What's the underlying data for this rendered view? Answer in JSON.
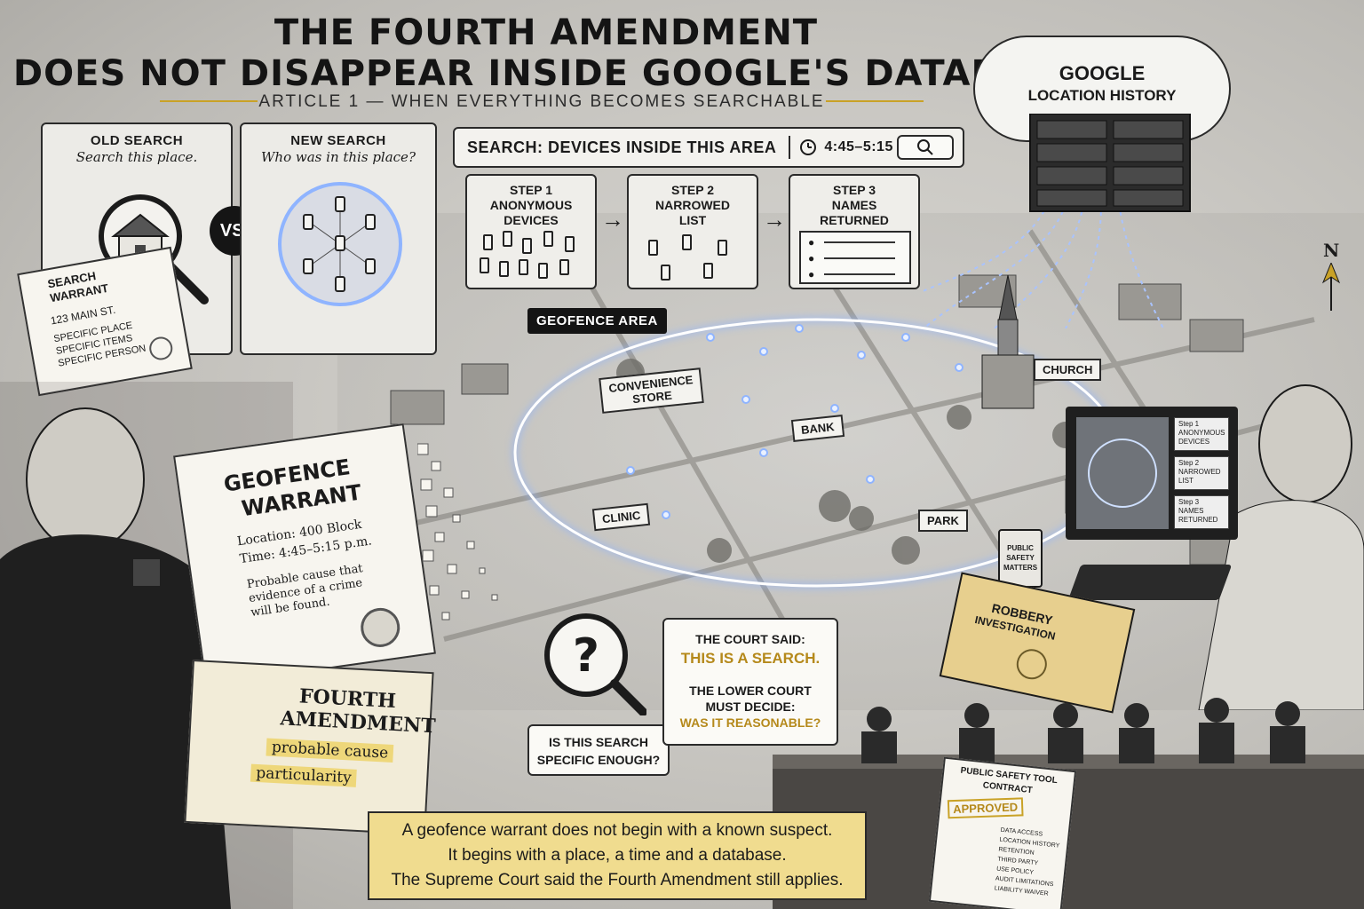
{
  "header": {
    "title_line1": "THE FOURTH AMENDMENT",
    "title_line2": "DOES NOT DISAPPEAR INSIDE GOOGLE'S DATABASE",
    "subtitle": "ARTICLE 1 — WHEN EVERYTHING BECOMES SEARCHABLE"
  },
  "comparison": {
    "old_title": "OLD SEARCH",
    "old_sub": "Search this place.",
    "new_title": "NEW SEARCH",
    "new_sub": "Who was in this place?",
    "vs": "VS."
  },
  "search_warrant": {
    "title_line1": "SEARCH",
    "title_line2": "WARRANT",
    "address": "123 MAIN ST.",
    "line1": "SPECIFIC PLACE",
    "line2": "SPECIFIC ITEMS",
    "line3": "SPECIFIC PERSON"
  },
  "searchbar": {
    "label": "SEARCH: DEVICES INSIDE THIS AREA",
    "time": "4:45–5:15 P.M.",
    "icons": {
      "clock": "clock-icon",
      "search": "magnifier-icon"
    }
  },
  "steps": [
    {
      "line1": "STEP 1",
      "line2": "ANONYMOUS",
      "line3": "DEVICES"
    },
    {
      "line1": "STEP 2",
      "line2": "NARROWED",
      "line3": "LIST"
    },
    {
      "line1": "STEP 3",
      "line2": "NAMES",
      "line3": "RETURNED"
    }
  ],
  "cloud": {
    "line1": "GOOGLE",
    "line2": "LOCATION HISTORY"
  },
  "compass": "N",
  "map_labels": {
    "geofence": "GEOFENCE AREA",
    "convenience_line1": "CONVENIENCE",
    "convenience_line2": "STORE",
    "bank": "BANK",
    "clinic": "CLINIC",
    "church": "CHURCH",
    "park": "PARK"
  },
  "geofence_warrant": {
    "title_line1": "GEOFENCE",
    "title_line2": "WARRANT",
    "location": "Location: 400 Block",
    "time": "Time: 4:45–5:15 p.m.",
    "cause_line1": "Probable cause that",
    "cause_line2": "evidence of a crime",
    "cause_line3": "will be found."
  },
  "book": {
    "title_line1": "FOURTH",
    "title_line2": "AMENDMENT",
    "highlight1": "probable cause",
    "highlight2": "particularity"
  },
  "question_bubble": {
    "line1": "IS THIS SEARCH",
    "line2": "SPECIFIC ENOUGH?"
  },
  "court_box": {
    "line1": "THE COURT SAID:",
    "line2": "THIS IS A SEARCH.",
    "line3": "THE LOWER COURT",
    "line4": "MUST DECIDE:",
    "line5": "WAS IT REASONABLE?"
  },
  "monitor_steps": [
    {
      "line1": "Step 1",
      "line2": "ANONYMOUS",
      "line3": "DEVICES"
    },
    {
      "line1": "Step 2",
      "line2": "NARROWED",
      "line3": "LIST"
    },
    {
      "line1": "Step 3",
      "line2": "NAMES",
      "line3": "RETURNED"
    }
  ],
  "mug": {
    "line1": "PUBLIC",
    "line2": "SAFETY",
    "line3": "MATTERS"
  },
  "folder": {
    "line1": "ROBBERY",
    "line2": "INVESTIGATION"
  },
  "contract": {
    "title_line1": "PUBLIC SAFETY TOOL",
    "title_line2": "CONTRACT",
    "stamp": "APPROVED",
    "items": [
      "DATA ACCESS",
      "LOCATION HISTORY",
      "RETENTION",
      "THIRD PARTY",
      "USE POLICY",
      "AUDIT LIMITATIONS",
      "LIABILITY WAIVER"
    ]
  },
  "bottom_banner": {
    "line1": "A geofence warrant does not begin with a known suspect.",
    "line2": "It begins with a place, a time and a database.",
    "line3": "The Supreme Court said the Fourth Amendment still applies."
  },
  "colors": {
    "accent_gold": "#c9a227",
    "highlight": "#eed77a",
    "banner": "#f0dc8f",
    "geofence_glow": "#8fb4ff",
    "ink": "#1b1b1b"
  }
}
